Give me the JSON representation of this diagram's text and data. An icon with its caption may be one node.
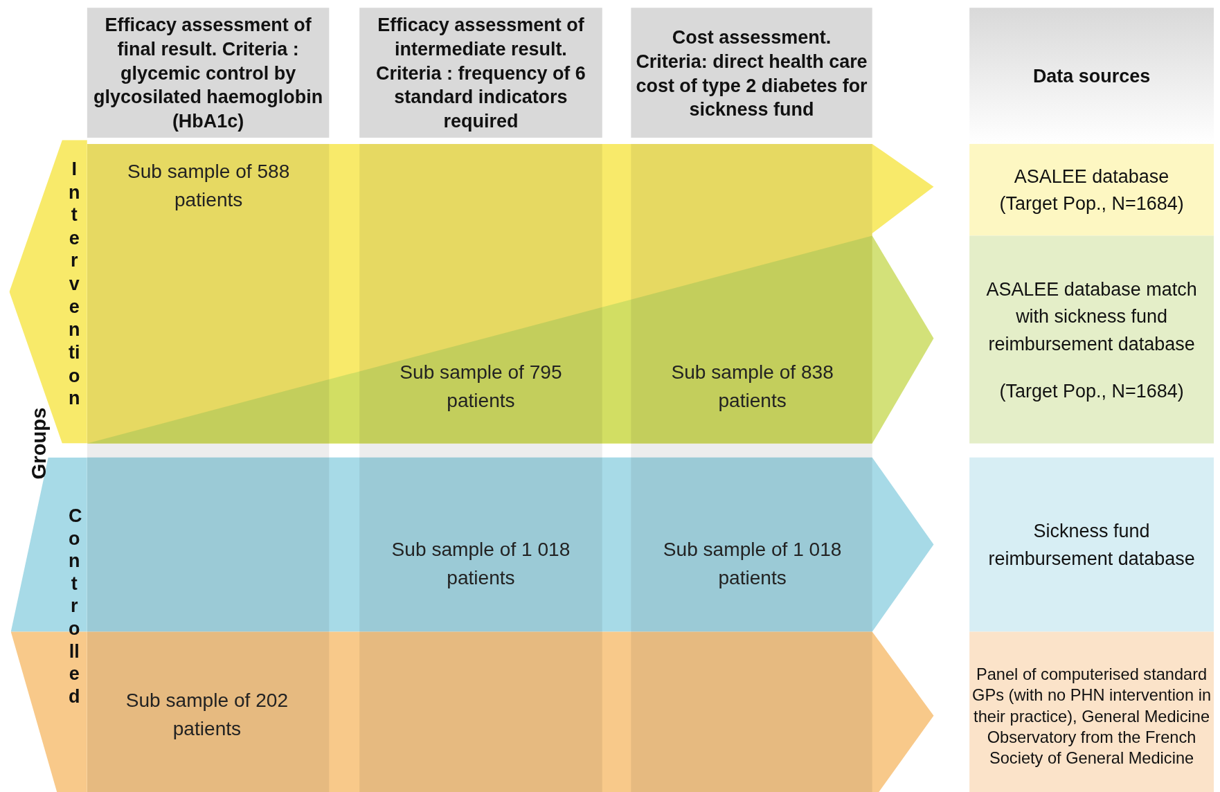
{
  "diagram": {
    "nodes": [
      {
        "text": [
          "Efficacy assessment of final result. Criteria : glycemic control by glycosilated haemoglobin (HbA1c)"
        ]
      },
      {
        "text": [
          "Efficacy assessment of intermediate result. Criteria : frequency of 6 standard indicators required"
        ]
      },
      {
        "text": [
          "Cost assessment. Criteria: direct health care cost of type 2 diabetes for sickness fund"
        ]
      },
      {
        "text": [
          "Data sources"
        ]
      },
      {
        "text": [
          "Intervention"
        ]
      },
      {
        "text": [
          "ASALEE database",
          "(Target Pop., N=1684)"
        ]
      },
      {
        "text": [
          "ASALEE database match with sickness fund reimbursement database",
          "(Target Pop., N=1684)"
        ]
      },
      {
        "text": [
          "Controlled"
        ]
      },
      {
        "text": [
          "Sickness fund reimbursement database"
        ]
      },
      {
        "text": [
          "Panel of computerised standard GPs (with no PHN intervention in their practice), General Medicine Observatory from the French Society of General Medicine"
        ]
      }
    ],
    "labels": [
      "Sub sample of 588 patients",
      "Sub sample of 795 patients",
      "Sub sample of 838 patients",
      "Groups",
      "Sub sample of 1 018 patients",
      "Sub sample of 1 018 patients",
      "Sub sample of 202 patients"
    ]
  }
}
